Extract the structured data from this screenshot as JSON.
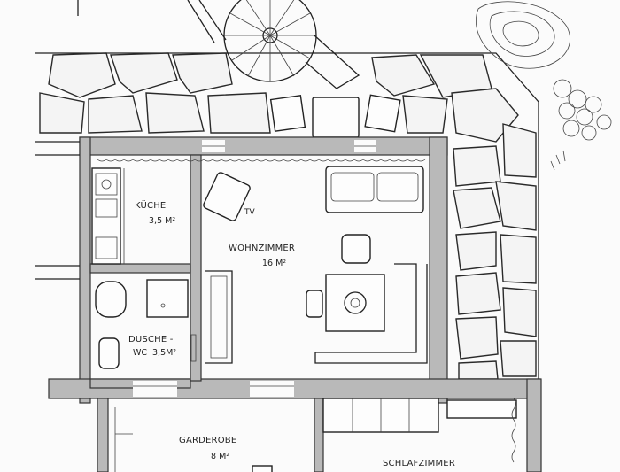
{
  "rooms": {
    "kueche": {
      "name": "KÜCHE",
      "area": "3,5 M²"
    },
    "wohnzimmer": {
      "name": "WOHNZIMMER",
      "area": "16 M²"
    },
    "dusche": {
      "name_line1": "DUSCHE -",
      "name_line2": "WC",
      "area": "3,5M²"
    },
    "garderobe": {
      "name": "GARDEROBE",
      "area": "8 M²"
    },
    "schlafzimmer": {
      "name": "SCHLAFZIMMER"
    }
  },
  "labels": {
    "tv": "TV"
  }
}
